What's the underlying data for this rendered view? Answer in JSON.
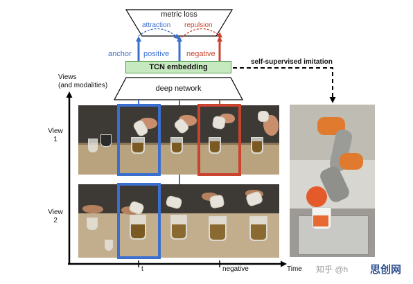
{
  "labels": {
    "metric_loss": "metric loss",
    "attraction": "attraction",
    "repulsion": "repulsion",
    "anchor": "anchor",
    "positive": "positive",
    "negative": "negative",
    "tcn_embedding": "TCN embedding",
    "deep_network": "deep network",
    "self_supervised_imitation": "self-supervised imitation",
    "views_axis_line1": "Views",
    "views_axis_line2": "(and modalities)",
    "view1_line1": "View",
    "view1_line2": "1",
    "view2_line1": "View",
    "view2_line2": "2",
    "time_axis": "Time",
    "tick_t": "t",
    "tick_negative": "negative",
    "watermark": "知乎 @h",
    "watermark_logo": "思创网"
  },
  "colors": {
    "anchor": "#3a6fcf",
    "positive": "#3a6fcf",
    "negative": "#c9432f",
    "tcn_fill": "#c6e9c0",
    "tcn_border": "#4f9a4a"
  }
}
